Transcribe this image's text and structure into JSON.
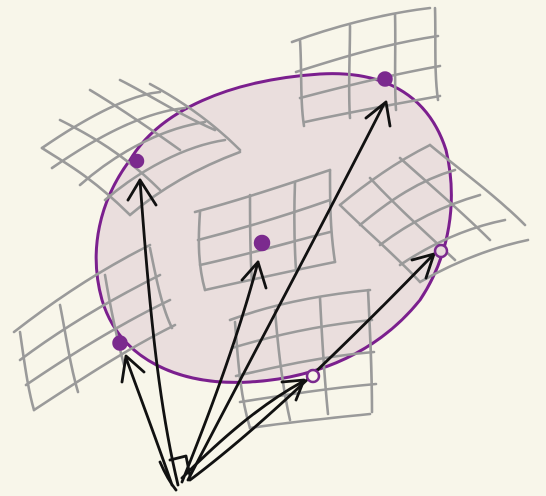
{
  "colors": {
    "background": "#f8f6ea",
    "region_fill": "#e8dcdc",
    "region_stroke": "#7b1f8e",
    "point": "#7b2a8e",
    "grid": "#9a9a9a",
    "arrow": "#111111"
  },
  "diagram": {
    "region": "filled-closed-curve",
    "grids": [
      "grid-patch-upper-left",
      "grid-patch-top-right",
      "grid-patch-center",
      "grid-patch-right",
      "grid-patch-lower-left",
      "grid-patch-bottom-center"
    ],
    "points": [
      "left-top",
      "top-right",
      "center",
      "right",
      "lower-left",
      "bottom"
    ],
    "arrows": [
      "to-left-top",
      "to-center",
      "to-top-right",
      "to-right",
      "to-bottom",
      "to-lower-left"
    ]
  }
}
